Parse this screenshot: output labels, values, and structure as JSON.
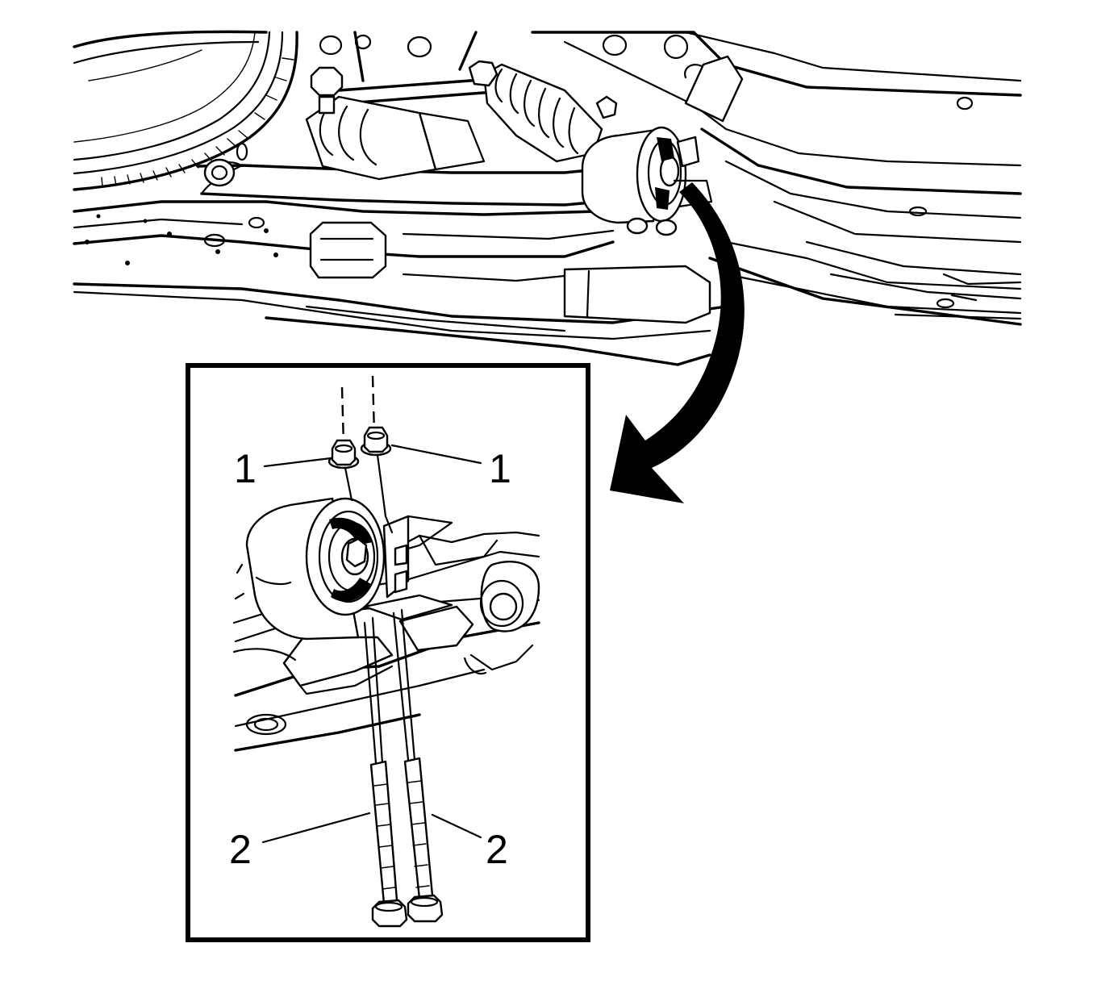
{
  "callouts": {
    "nut_left": "1",
    "nut_right": "1",
    "bolt_left": "2",
    "bolt_right": "2"
  },
  "colors": {
    "line": "#000000",
    "background": "#ffffff"
  }
}
